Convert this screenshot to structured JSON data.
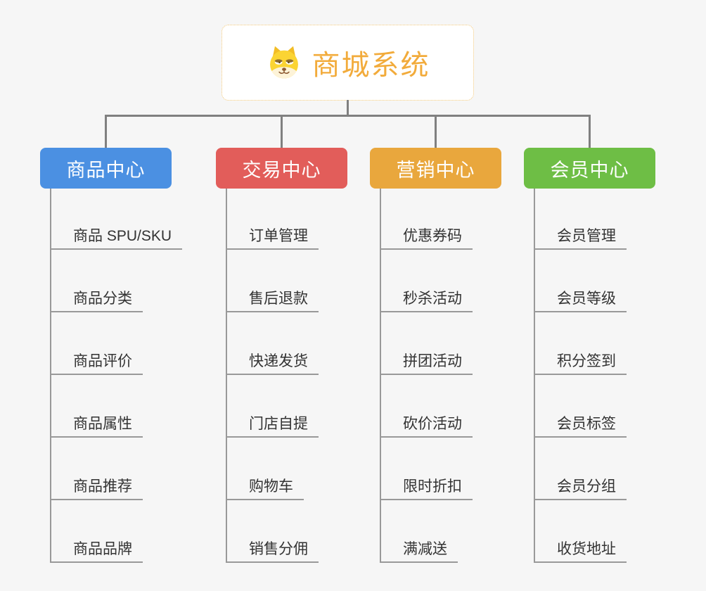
{
  "root": {
    "label": "商城系统",
    "icon": "dog-face-icon",
    "text_color": "#f2ab3b",
    "border_color": "#f2c878",
    "background": "#ffffff"
  },
  "connector_color": "#808080",
  "leaf_line_color": "#999999",
  "leaf_text_color": "#333333",
  "canvas_background": "#f6f6f6",
  "branches": [
    {
      "label": "商品中心",
      "color": "#4b90e2",
      "children": [
        "商品 SPU/SKU",
        "商品分类",
        "商品评价",
        "商品属性",
        "商品推荐",
        "商品品牌"
      ]
    },
    {
      "label": "交易中心",
      "color": "#e25d5a",
      "children": [
        "订单管理",
        "售后退款",
        "快递发货",
        "门店自提",
        "购物车",
        "销售分佣"
      ]
    },
    {
      "label": "营销中心",
      "color": "#e9a73d",
      "children": [
        "优惠券码",
        "秒杀活动",
        "拼团活动",
        "砍价活动",
        "限时折扣",
        "满减送"
      ]
    },
    {
      "label": "会员中心",
      "color": "#6ebe45",
      "children": [
        "会员管理",
        "会员等级",
        "积分签到",
        "会员标签",
        "会员分组",
        "收货地址"
      ]
    }
  ]
}
